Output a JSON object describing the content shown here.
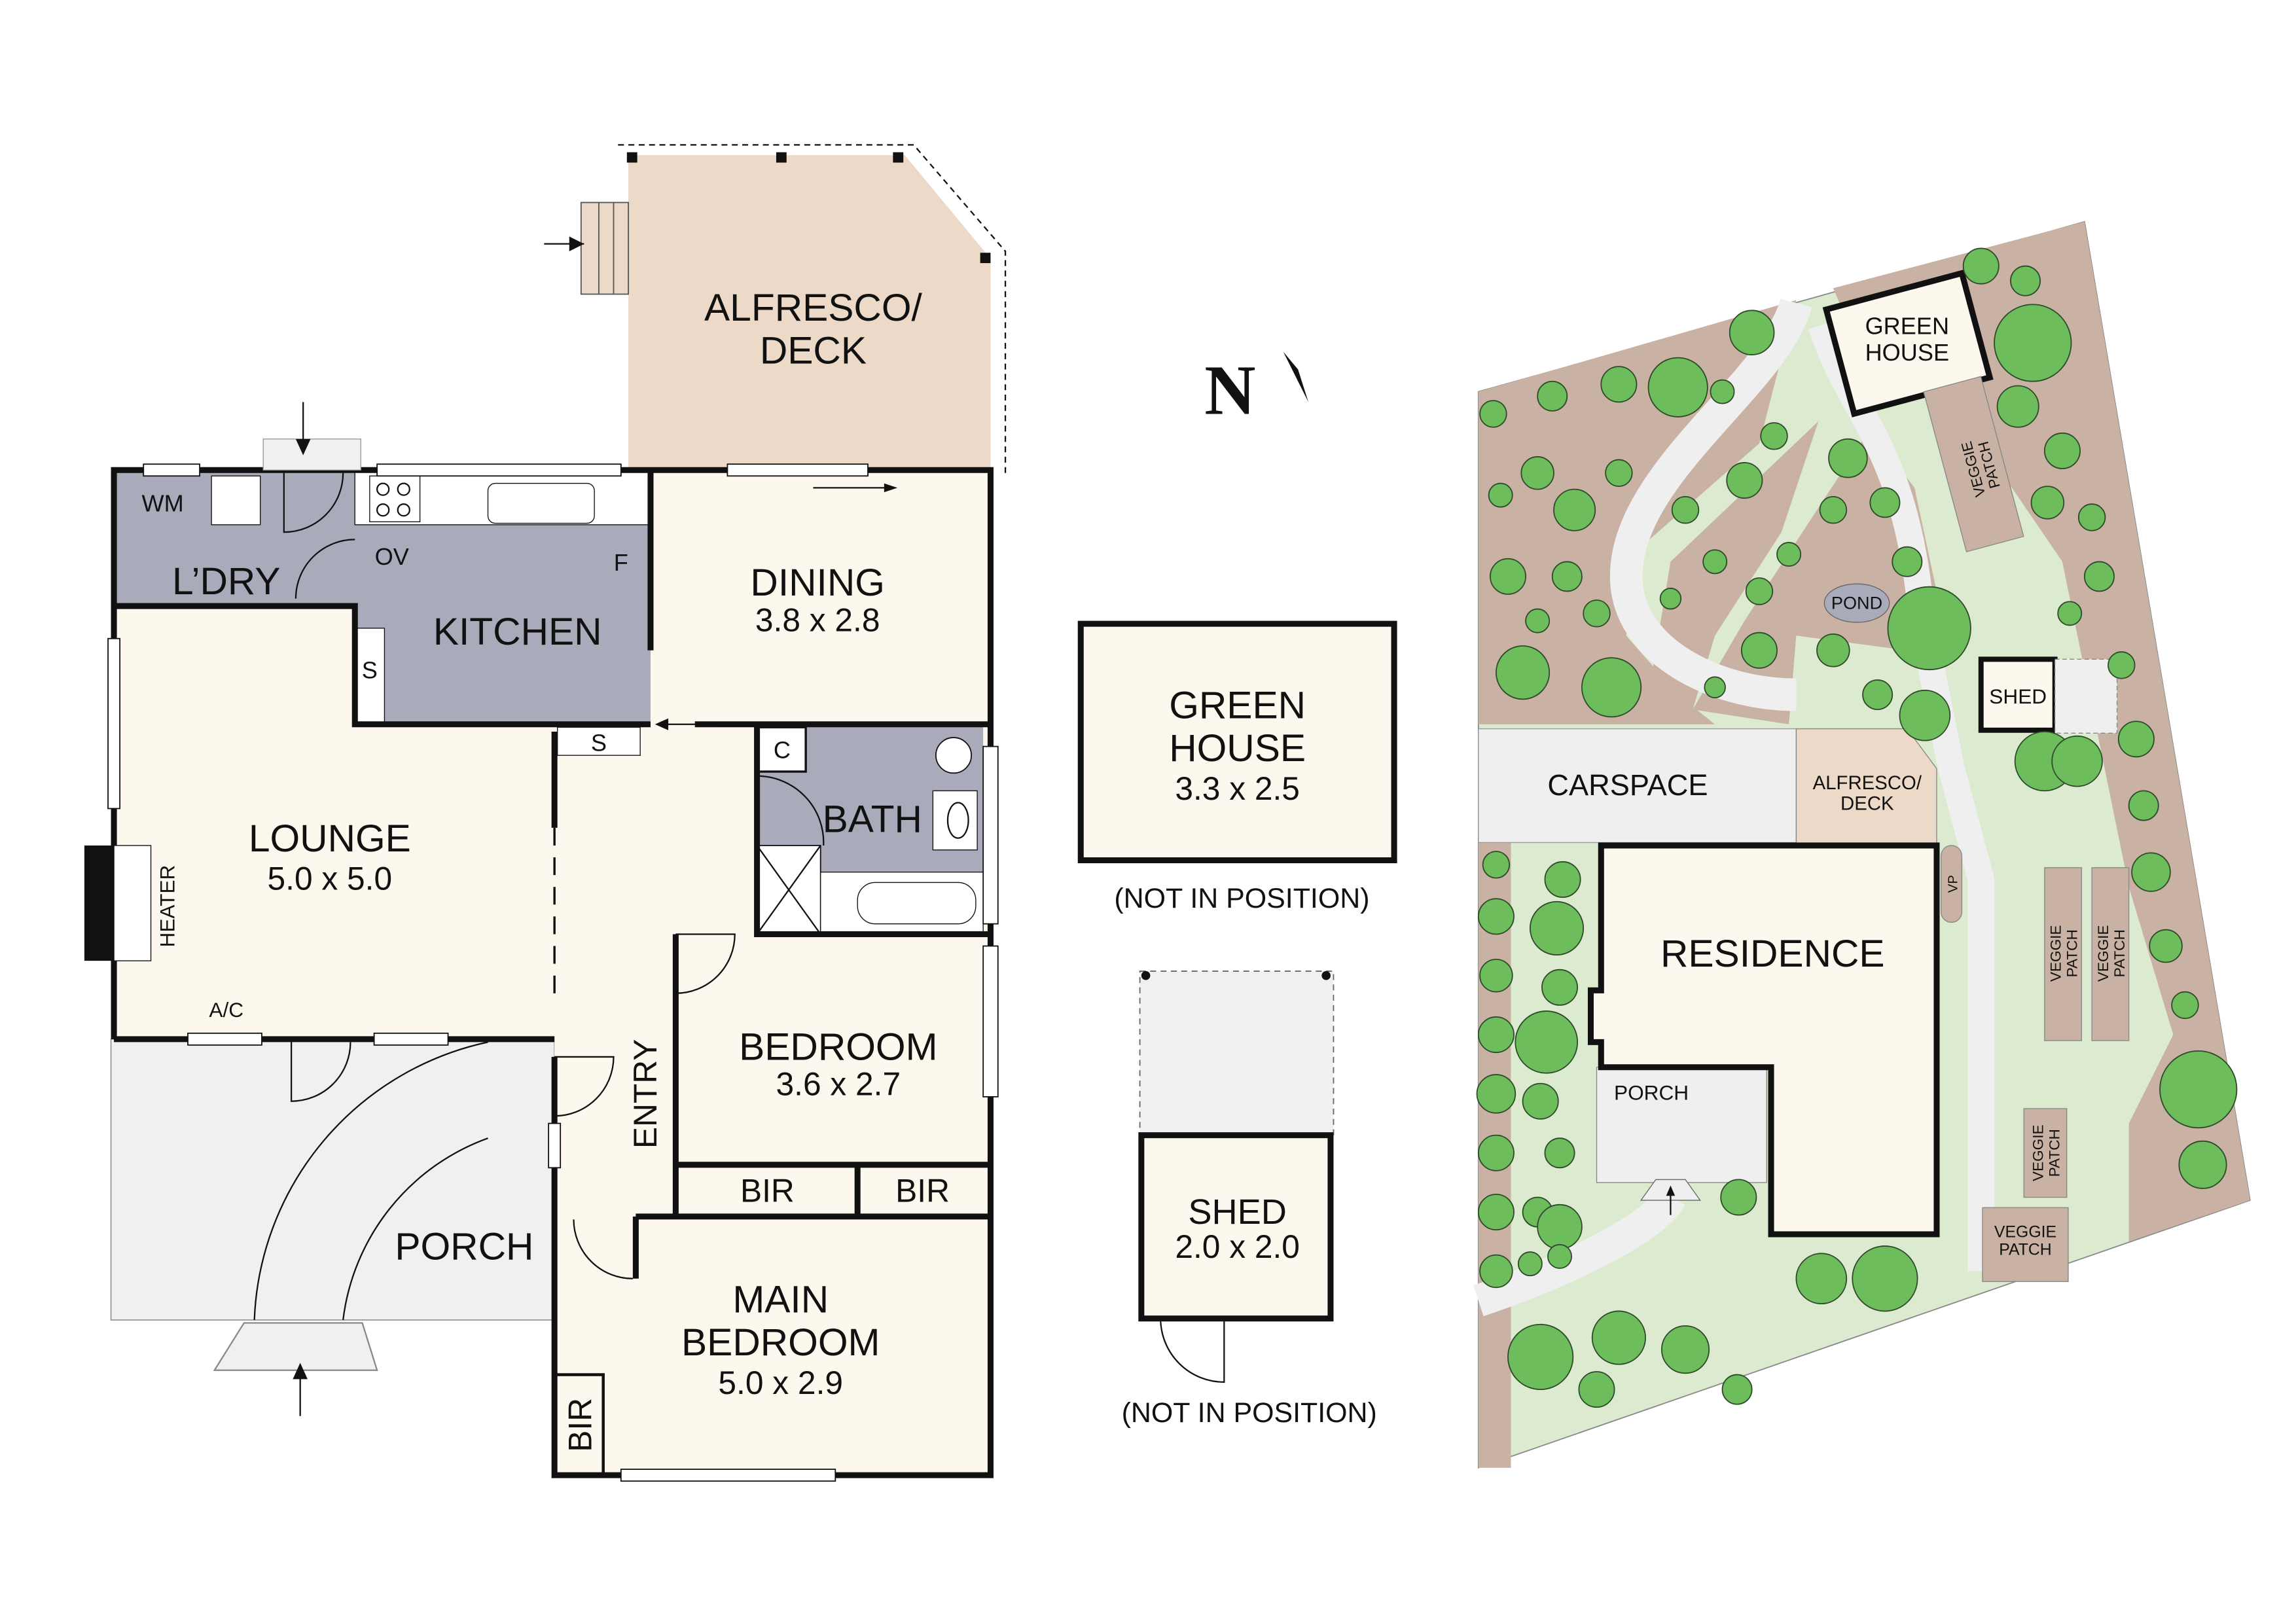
{
  "floor_plan": {
    "rooms": {
      "alfresco": "ALFRESCO/",
      "alfresco_2": "DECK",
      "laundry": "L’DRY",
      "kitchen": "KITCHEN",
      "dining": "DINING",
      "dining_dim": "3.8 x 2.8",
      "lounge": "LOUNGE",
      "lounge_dim": "5.0 x 5.0",
      "bath": "BATH",
      "bedroom": "BEDROOM",
      "bedroom_dim": "3.6 x 2.7",
      "bir_1": "BIR",
      "bir_2": "BIR",
      "bir_3": "BIR",
      "main_bedroom": "MAIN",
      "main_bedroom_2": "BEDROOM",
      "main_bedroom_dim": "5.0 x 2.9",
      "entry": "ENTRY",
      "porch": "PORCH"
    },
    "fixtures": {
      "wm": "WM",
      "ov": "OV",
      "f": "F",
      "s1": "S",
      "s2": "S",
      "c": "C",
      "heater": "HEATER",
      "ac": "A/C"
    }
  },
  "compass": {
    "label": "N"
  },
  "outbuildings": {
    "greenhouse": {
      "name": "GREEN",
      "name_2": "HOUSE",
      "dim": "3.3 x 2.5",
      "note": "(NOT IN POSITION)"
    },
    "shed": {
      "name": "SHED",
      "dim": "2.0 x 2.0",
      "note": "(NOT IN POSITION)"
    }
  },
  "site_plan": {
    "greenhouse": "GREEN",
    "greenhouse_2": "HOUSE",
    "veggie_patch_labels": [
      "VEGGIE",
      "PATCH"
    ],
    "pond": "POND",
    "shed": "SHED",
    "carspace": "CARSPACE",
    "alfresco": "ALFRESCO/",
    "alfresco_2": "DECK",
    "vp": "VP",
    "residence": "RESIDENCE",
    "porch": "PORCH"
  },
  "colors": {
    "floor": "#fdf8ee",
    "wet_area": "#a9abbb",
    "deck": "#ecd9c8",
    "porch": "#f0f0f0",
    "lawn": "#dcebd0",
    "garden_bed": "#c9b2a3",
    "tree": "#6dbd5c"
  }
}
